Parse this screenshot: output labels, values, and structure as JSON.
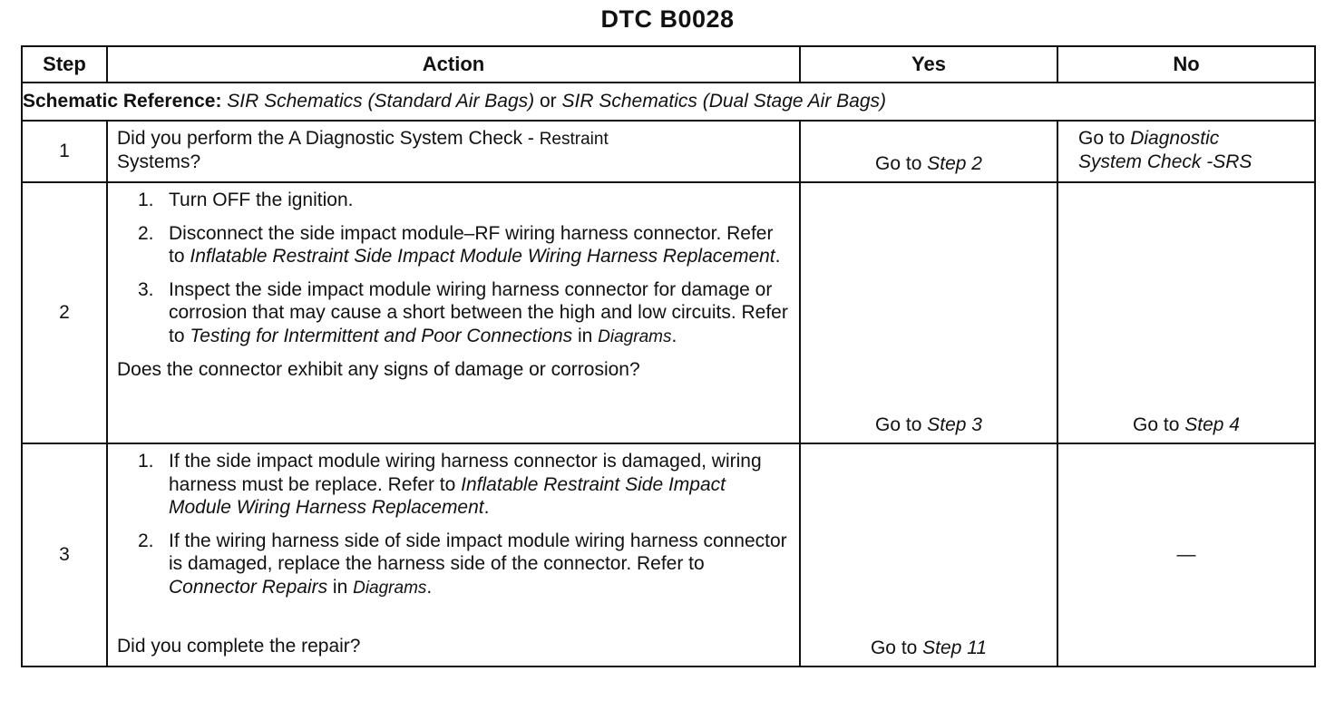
{
  "title": "DTC B0028",
  "headers": {
    "step": "Step",
    "action": "Action",
    "yes": "Yes",
    "no": "No"
  },
  "schematic": {
    "label": "Schematic Reference:",
    "ref1": "SIR Schematics (Standard Air Bags)",
    "or": " or ",
    "ref2": "SIR Schematics (Dual Stage Air Bags)"
  },
  "rows": [
    {
      "step": "1",
      "action_a": "Did you perform the A Diagnostic System Check - ",
      "action_b": "Restraint",
      "action_c": "Systems?",
      "yes_prefix": "Go to ",
      "yes_ref": "Step 2",
      "no_prefix": "Go to ",
      "no_ref1": "Diagnostic",
      "no_ref2": "System Check -SRS"
    },
    {
      "step": "2",
      "items": [
        {
          "num": "1.",
          "text": "Turn OFF the ignition."
        },
        {
          "num": "2.",
          "text": "Disconnect the side impact module–RF wiring harness connector. Refer to ",
          "ref": "Inflatable Restraint Side Impact Module Wiring Harness Replacement",
          "tail": "."
        },
        {
          "num": "3.",
          "text": "Inspect the side impact module wiring harness connector for damage or corrosion that may cause a short between the high and low circuits. Refer to ",
          "ref": "Testing for Intermittent and Poor Connections",
          "in": " in ",
          "doc": "Diagrams",
          "tail": "."
        }
      ],
      "question": "Does the connector exhibit any signs of damage or corrosion?",
      "yes_prefix": "Go to ",
      "yes_ref": "Step 3",
      "no_prefix": "Go to ",
      "no_ref": "Step 4"
    },
    {
      "step": "3",
      "items": [
        {
          "num": "1.",
          "text": "If the side impact module wiring harness connector is damaged, wiring harness must be replace. Refer to ",
          "ref": "Inflatable Restraint Side Impact Module Wiring Harness Replacement",
          "tail": "."
        },
        {
          "num": "2.",
          "text": "If the wiring harness side of side impact module wiring harness connector is damaged, replace the harness side of the connector. Refer to ",
          "ref": "Connector Repairs",
          "in": " in ",
          "doc": "Diagrams",
          "tail": "."
        }
      ],
      "question": "Did you complete the repair?",
      "yes_prefix": "Go to ",
      "yes_ref": "Step 11",
      "no": "—"
    }
  ]
}
